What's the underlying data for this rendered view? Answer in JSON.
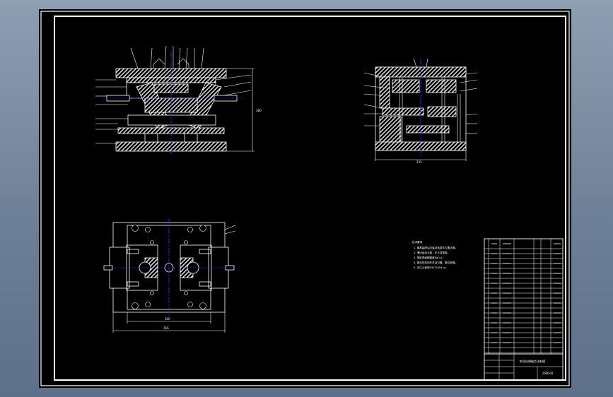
{
  "drawing": {
    "colors": {
      "line": "#ffffff",
      "centerline": "#2233ee",
      "background": "#000000",
      "outer_frame": "#8d9db0"
    },
    "front_view": {
      "dimension_width": "380"
    },
    "side_view": {
      "dimension_width": "225"
    },
    "plan_view": {
      "dimension_inner": "300",
      "dimension_outer": "356"
    },
    "notes": {
      "heading": "技术要求",
      "lines": [
        "1. 模具装配后应保证各零件位置正确。",
        "2. 滑块运动平稳，无卡滞现象。",
        "3. 型腔表面粗糙度Ra0.4。",
        "4. 推出机构动作灵活可靠，复位准确。",
        "5. 未注公差按GB/T1804-m。"
      ]
    },
    "title_block": {
      "name": "斜导柱侧抽芯注射模",
      "drawing_no": "ZSM-00"
    }
  }
}
